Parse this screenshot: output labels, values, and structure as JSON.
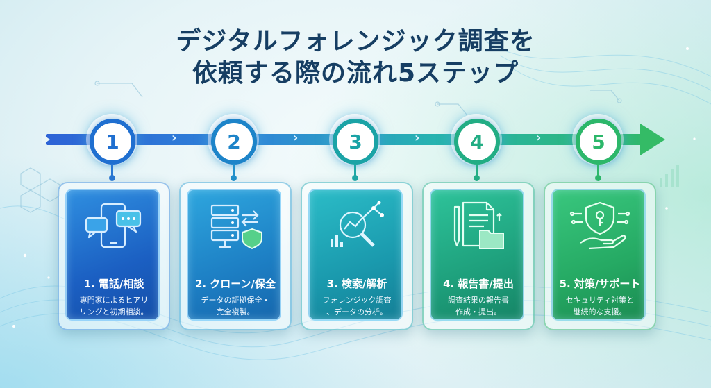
{
  "title": {
    "line1": "デジタルフォレンジック調査を",
    "line2": "依頼する際の流れ5ステップ"
  },
  "steps": [
    {
      "number": "1",
      "title": "1. 電話/相談",
      "desc1": "専門家によるヒアリ",
      "desc2": "リングと初期相談。",
      "icon": "smartphone-chat-icon",
      "color": "#1f6fd0"
    },
    {
      "number": "2",
      "title": "2. クローン/保全",
      "desc1": "データの証拠保全・",
      "desc2": "完全複製。",
      "icon": "server-shield-icon",
      "color": "#1d84c9"
    },
    {
      "number": "3",
      "title": "3. 検索/解析",
      "desc1": "フォレンジック調査",
      "desc2": "、データの分析。",
      "icon": "magnifier-network-icon",
      "color": "#1aa3a6"
    },
    {
      "number": "4",
      "title": "4. 報告書/提出",
      "desc1": "調査結果の報告書",
      "desc2": "作成・提出。",
      "icon": "document-folder-icon",
      "color": "#22ad84"
    },
    {
      "number": "5",
      "title": "5. 対策/サポート",
      "desc1": "セキュリティ対策と",
      "desc2": "継続的な支援。",
      "icon": "shield-hand-icon",
      "color": "#2cb76a"
    }
  ]
}
